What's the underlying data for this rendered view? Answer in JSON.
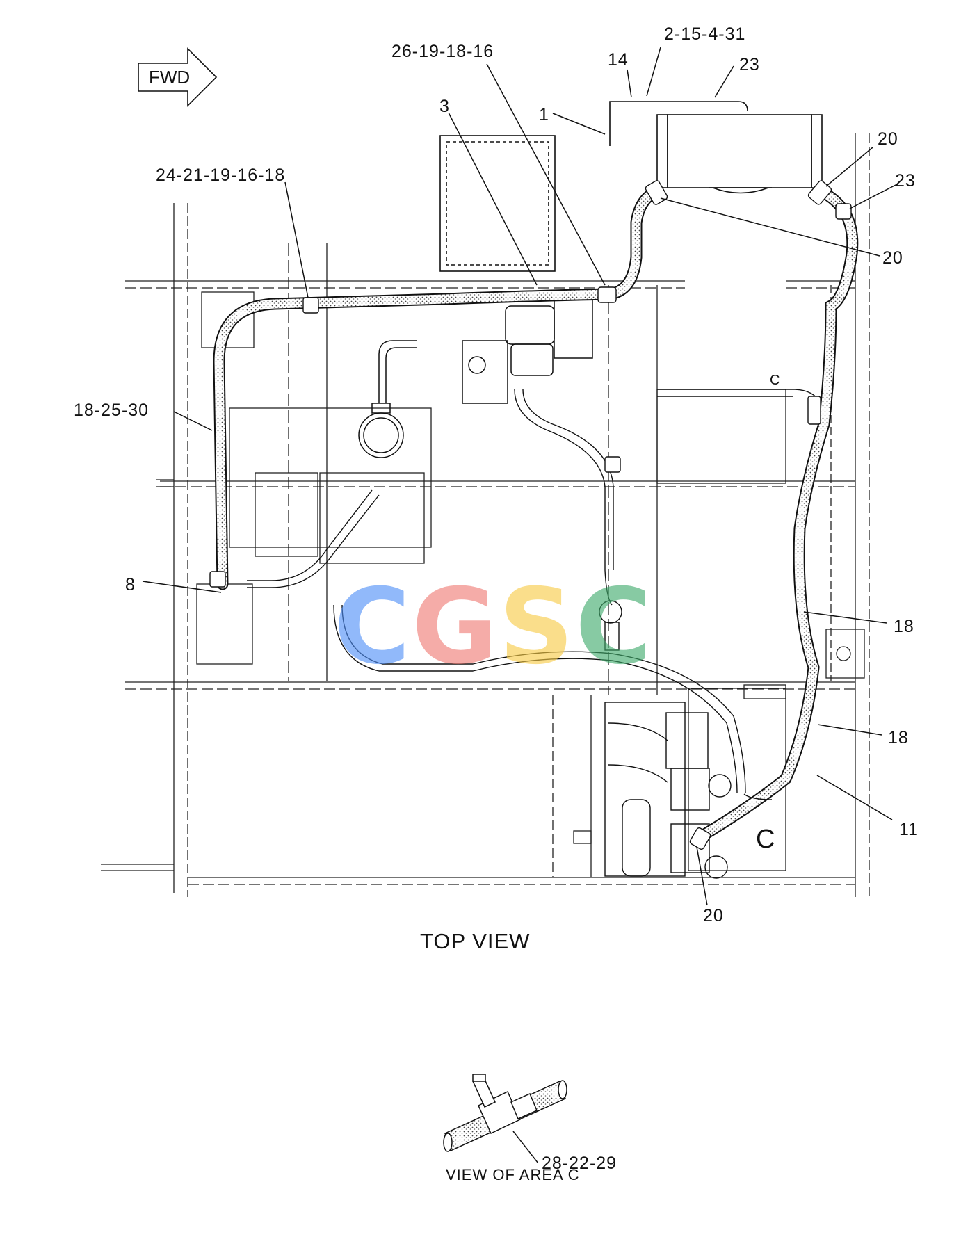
{
  "fwd_label": "FWD",
  "view_title": "TOP VIEW",
  "detail_title": "VIEW OF AREA C",
  "area_marker": "C",
  "callouts": {
    "c_2_15_4_31": "2-15-4-31",
    "c_26_19_18_16": "26-19-18-16",
    "c_14": "14",
    "c_23_top": "23",
    "c_3": "3",
    "c_1": "1",
    "c_20_right_top": "20",
    "c_23_right": "23",
    "c_24_21_19_16_18": "24-21-19-16-18",
    "c_20_right_mid": "20",
    "c_18_25_30": "18-25-30",
    "c_8": "8",
    "c_18_upper": "18",
    "c_18_lower": "18",
    "c_11": "11",
    "c_20_bottom": "20",
    "c_28_22_29": "28-22-29"
  },
  "watermark": {
    "letters": [
      "C",
      "G",
      "S",
      "C"
    ],
    "colors": [
      "#4f8ff7",
      "#f07a73",
      "#f7cb45",
      "#3faa6b"
    ]
  }
}
